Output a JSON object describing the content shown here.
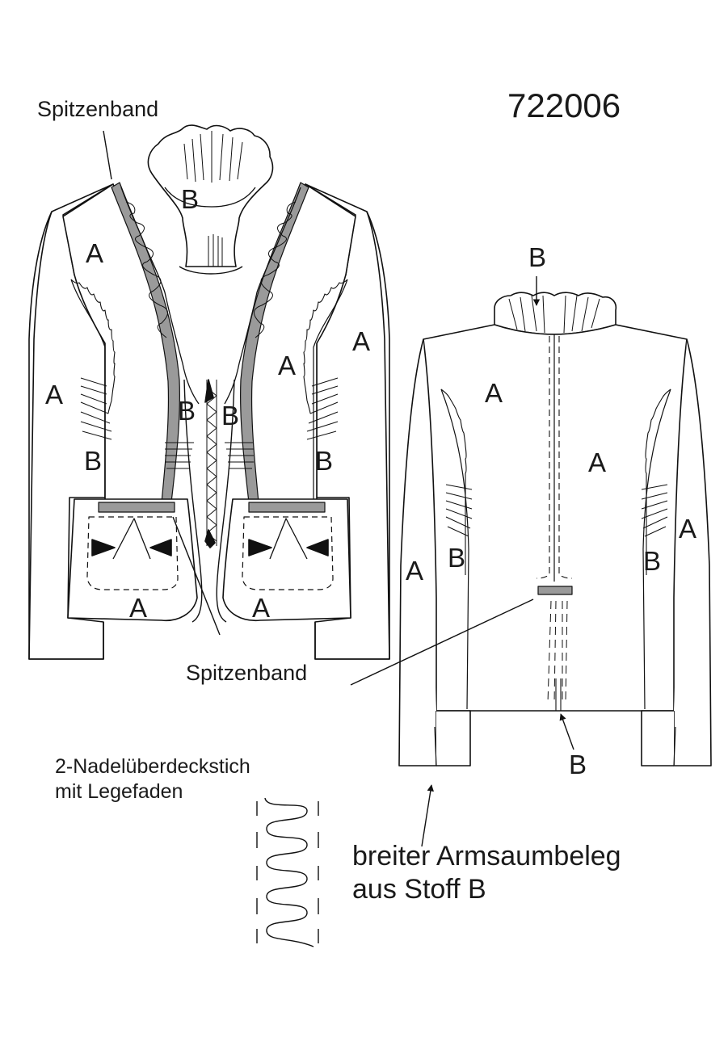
{
  "model_number": "722006",
  "callouts": {
    "lace_top": "Spitzenband",
    "lace_bottom": "Spitzenband",
    "stitch_line1": "2-Nadelüberdeckstich",
    "stitch_line2": "mit Legefaden",
    "cuff_line1": "breiter Armsaumbeleg",
    "cuff_line2": "aus Stoff B"
  },
  "fabric_marks": {
    "a": "A",
    "b": "B"
  }
}
